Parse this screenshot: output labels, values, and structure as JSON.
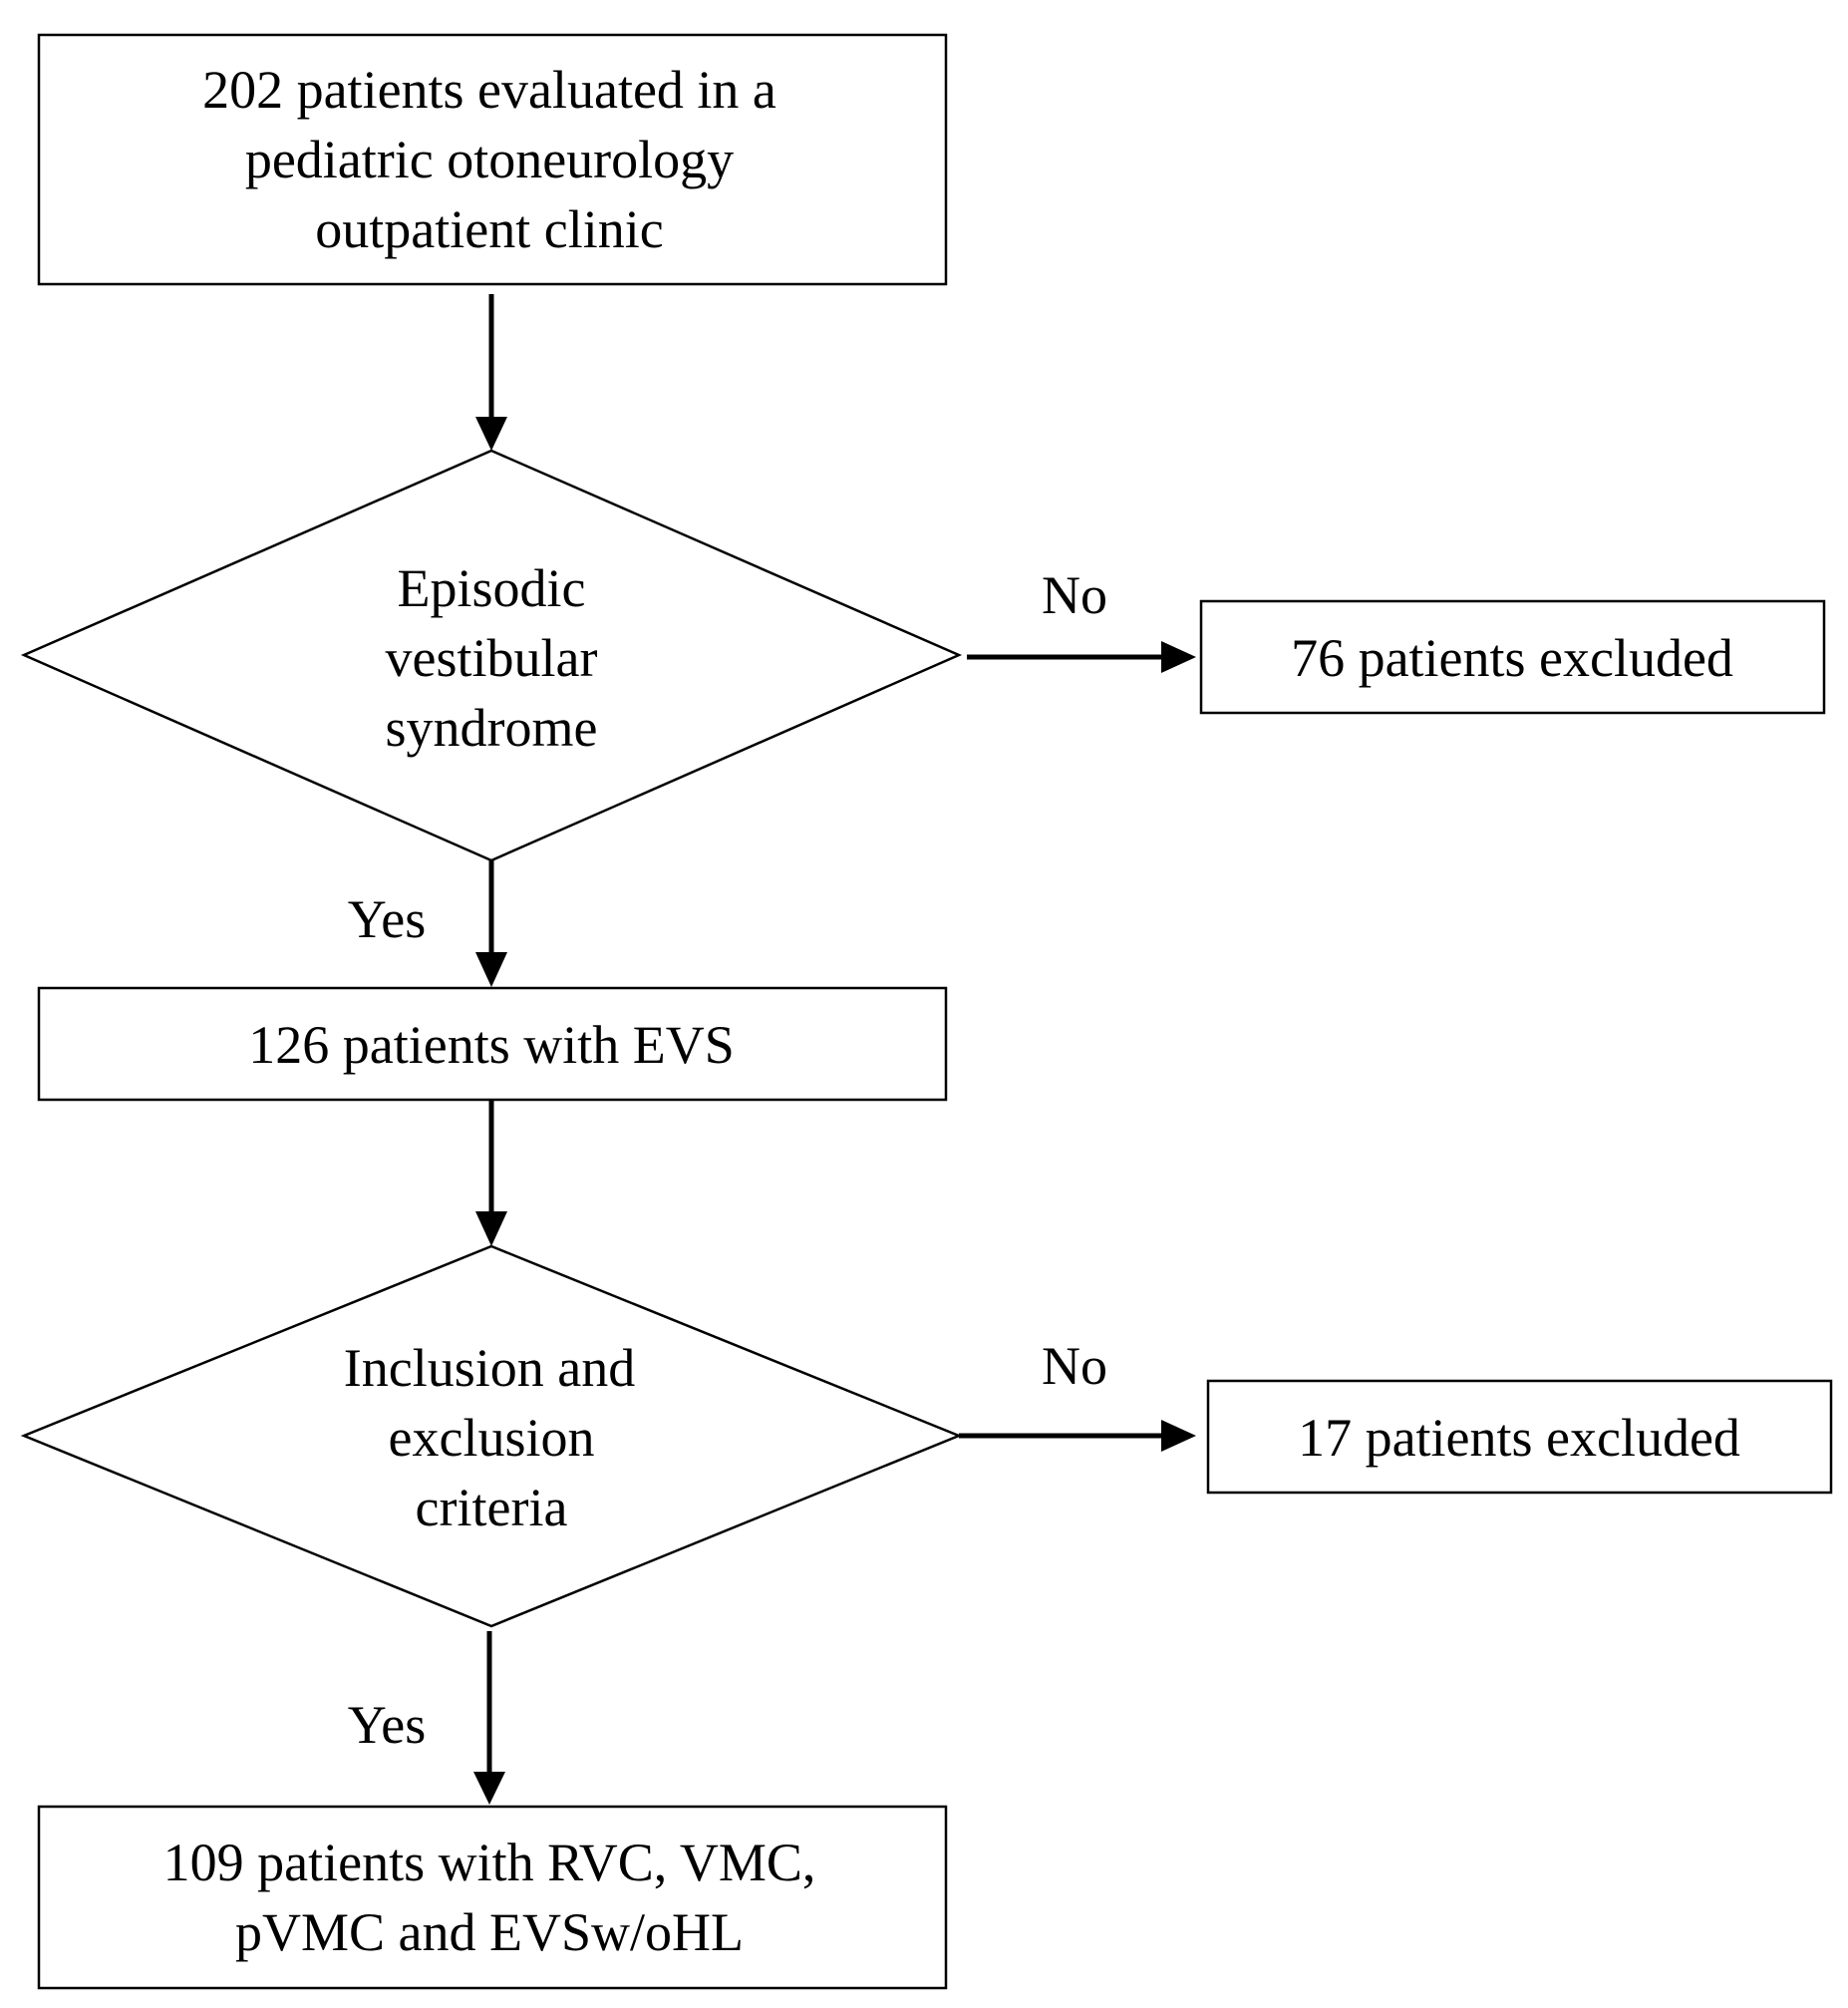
{
  "start": {
    "lines": [
      "202 patients evaluated in a",
      "pediatric otoneurology",
      "outpatient clinic"
    ]
  },
  "decision1": {
    "lines": [
      "Episodic",
      "vestibular",
      "syndrome"
    ],
    "no_label": "No",
    "yes_label": "Yes"
  },
  "excluded1": {
    "text": "76 patients excluded"
  },
  "evs": {
    "text": "126 patients with EVS"
  },
  "decision2": {
    "lines": [
      "Inclusion and",
      "exclusion",
      "criteria"
    ],
    "no_label": "No",
    "yes_label": "Yes"
  },
  "excluded2": {
    "text": "17 patients excluded"
  },
  "final": {
    "lines": [
      "109 patients with RVC, VMC,",
      "pVMC and EVSw/oHL"
    ]
  }
}
